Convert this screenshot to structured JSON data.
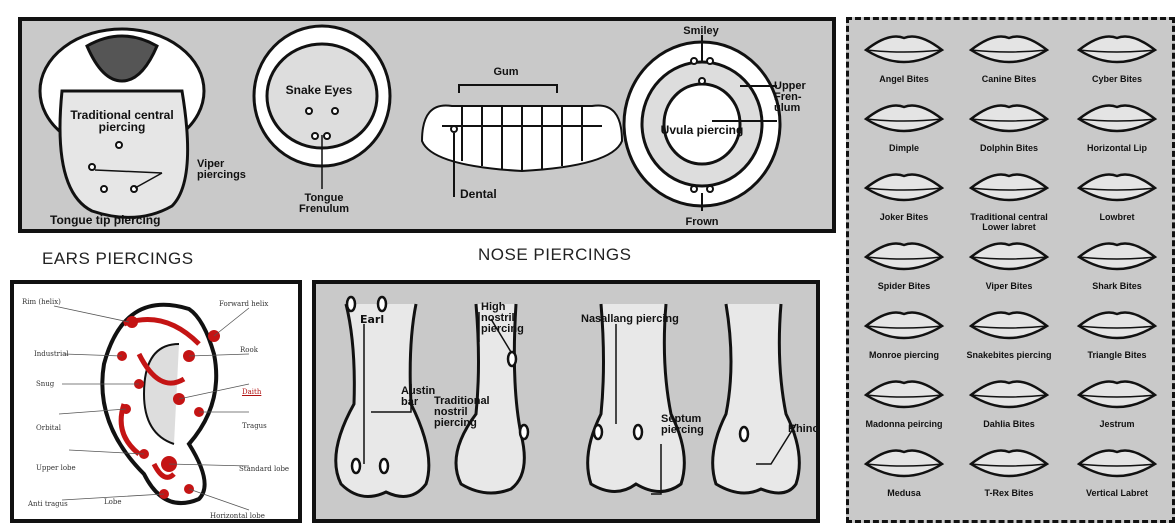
{
  "headings": {
    "ears": "EARS PIERCINGS",
    "nose": "NOSE PIERCINGS"
  },
  "tongue": {
    "labels": [
      "Traditional central piercing",
      "Viper piercings",
      "Tongue tip piercing",
      "Snake Eyes",
      "Tongue Frenulum",
      "Gum",
      "Dental",
      "Smiley",
      "Upper Fren-ulum",
      "Uvula piercing",
      "Frown"
    ]
  },
  "ears": {
    "labels": [
      "Rim (helix)",
      "Forward helix",
      "Industrial",
      "Rook",
      "Snug",
      "Daith",
      "Orbital",
      "Tragus",
      "Upper lobe",
      "Standard lobe",
      "Anti tragus",
      "Lobe",
      "Horizontal lobe"
    ]
  },
  "nose": {
    "labels": [
      "Earl",
      "Austin bar",
      "High nostril piercing",
      "Traditional nostril piercing",
      "Nasallang piercing",
      "Septum piercing",
      "Rhino"
    ]
  },
  "lips": {
    "labels": [
      "Angel Bites",
      "Canine Bites",
      "Cyber Bites",
      "Dimple",
      "Dolphin Bites",
      "Horizontal Lip",
      "Joker Bites",
      "Traditional central Lower labret",
      "Lowbret",
      "Spider Bites",
      "Viper Bites",
      "Shark Bites",
      "Monroe piercing",
      "Snakebites piercing",
      "Triangle Bites",
      "Madonna peircing",
      "Dahlia Bites",
      "Jestrum",
      "Medusa",
      "T-Rex Bites",
      "Vertical Labret"
    ]
  },
  "colors": {
    "panel": "#c9c9c9",
    "ink": "#111111",
    "ear_red": "#c41414"
  }
}
